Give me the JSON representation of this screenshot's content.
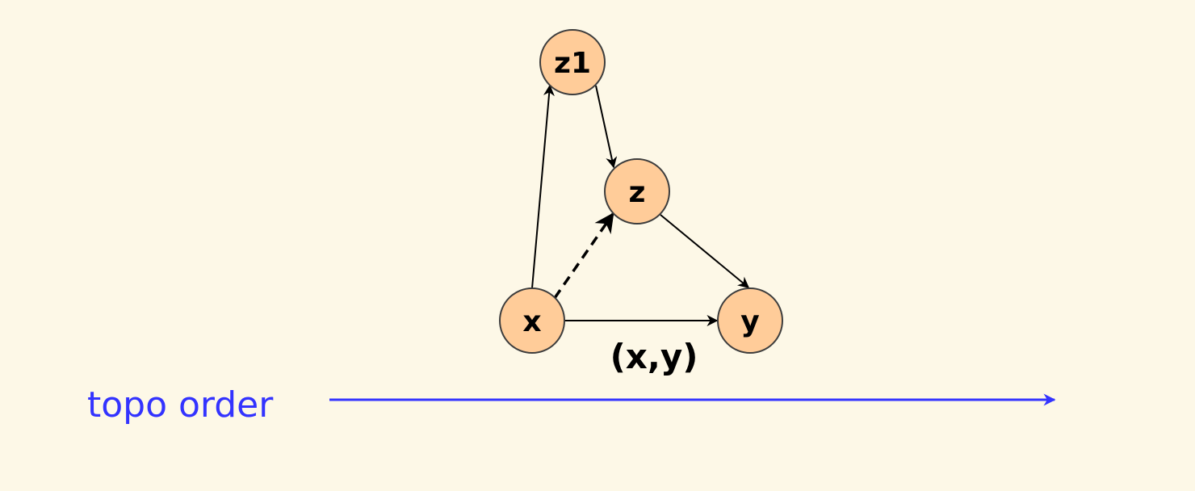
{
  "nodes": [
    {
      "id": "z1",
      "label": "z1"
    },
    {
      "id": "z",
      "label": "z"
    },
    {
      "id": "x",
      "label": "x"
    },
    {
      "id": "y",
      "label": "y"
    }
  ],
  "edges": [
    {
      "from": "x",
      "to": "z1",
      "style": "solid"
    },
    {
      "from": "z1",
      "to": "z",
      "style": "solid"
    },
    {
      "from": "z",
      "to": "y",
      "style": "solid"
    },
    {
      "from": "x",
      "to": "z",
      "style": "dashed"
    },
    {
      "from": "x",
      "to": "y",
      "style": "solid"
    }
  ],
  "edge_label": "(x,y)",
  "topo": {
    "label": "topo order",
    "color": "#3333ff"
  },
  "colors": {
    "node_fill": "#ffcc99",
    "node_stroke": "#3d3d3d",
    "background": "#fdf8e7"
  }
}
